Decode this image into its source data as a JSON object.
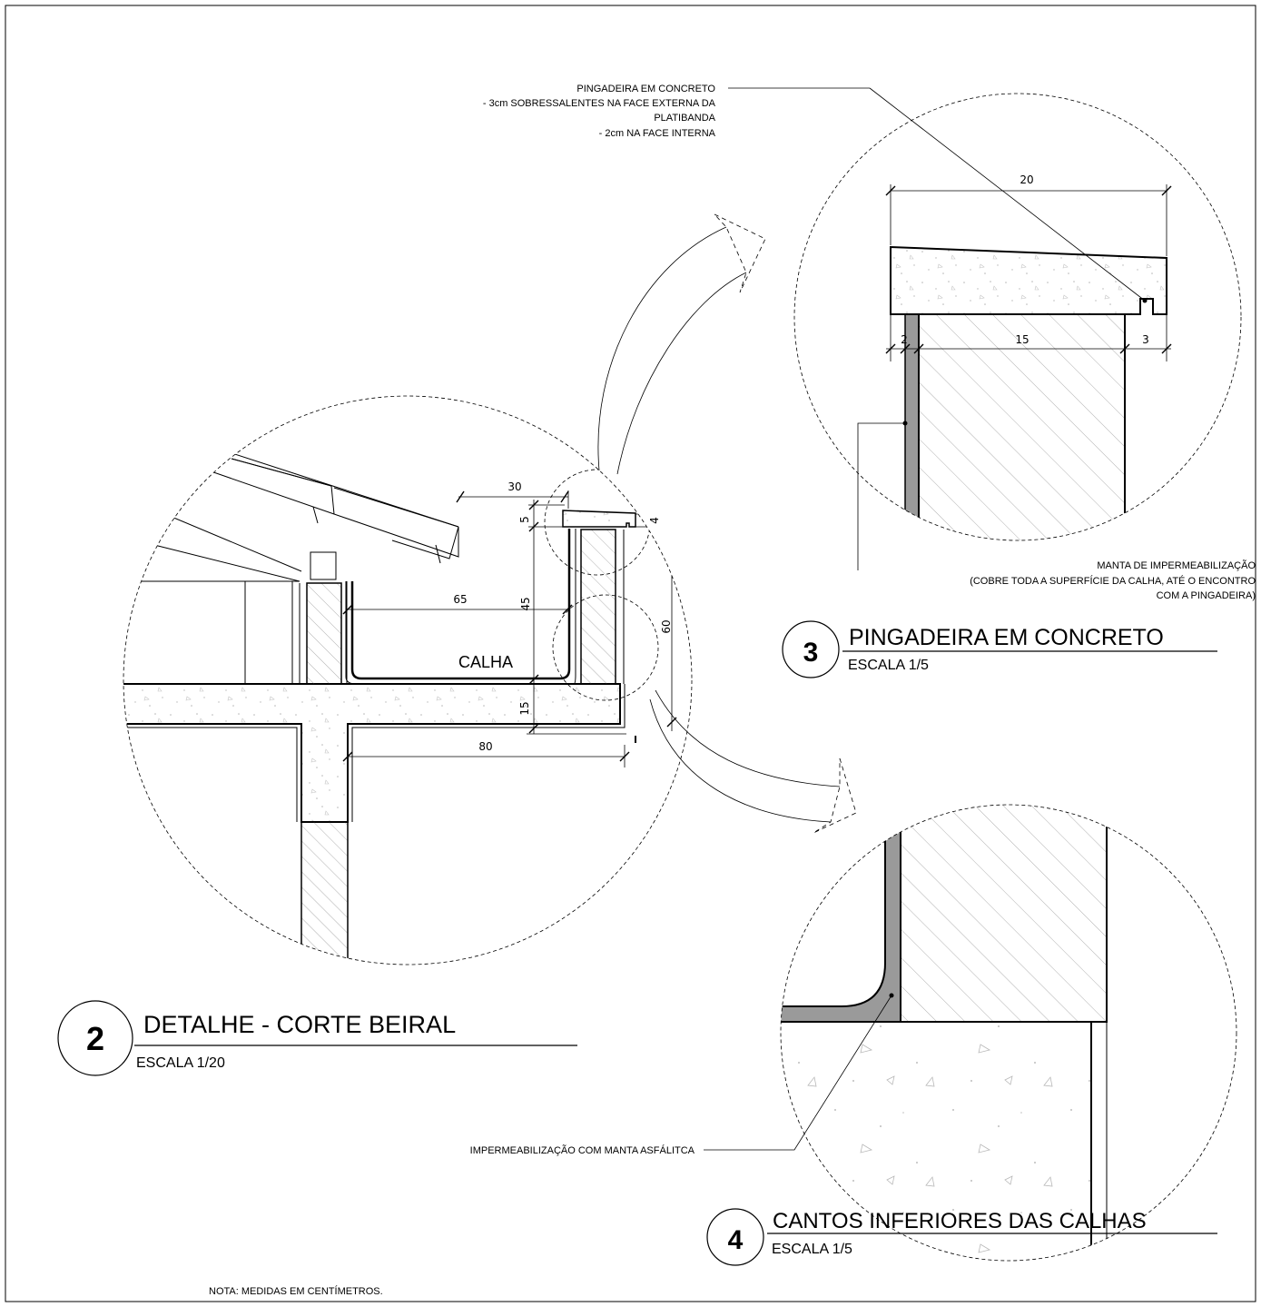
{
  "colors": {
    "line": "#000000",
    "membrane": "#9a9a9a",
    "concrete_speck": "#bdbdbd",
    "hatch": "#9c9c9c",
    "background": "#ffffff"
  },
  "details": {
    "d2": {
      "number": "2",
      "title": "DETALHE - CORTE BEIRAL",
      "scale": "ESCALA 1/20",
      "label_calha": "CALHA",
      "dims": {
        "d30": "30",
        "d5": "5",
        "d4": "4",
        "d45": "45",
        "d65": "65",
        "d60": "60",
        "d15": "15",
        "d80": "80"
      }
    },
    "d3": {
      "number": "3",
      "title": "PINGADEIRA EM CONCRETO",
      "scale": "ESCALA 1/5",
      "dims": {
        "d20": "20",
        "d2": "2",
        "d15": "15",
        "d3": "3"
      }
    },
    "d4": {
      "number": "4",
      "title": "CANTOS INFERIORES DAS CALHAS",
      "scale": "ESCALA 1/5"
    }
  },
  "notes": {
    "pingadeira": [
      "PINGADEIRA EM CONCRETO",
      "- 3cm SOBRESSALENTES NA FACE EXTERNA DA",
      "PLATIBANDA",
      "- 2cm NA FACE INTERNA"
    ],
    "manta": [
      "MANTA DE IMPERMEABILIZAÇÃO",
      "(COBRE TODA A SUPERFÍCIE DA CALHA, ATÉ O ENCONTRO",
      "COM A PINGADEIRA)"
    ],
    "impermeabilizacao": "IMPERMEABILIZAÇÃO COM MANTA ASFÁLITCA",
    "nota": "NOTA: MEDIDAS EM CENTÍMETROS."
  }
}
